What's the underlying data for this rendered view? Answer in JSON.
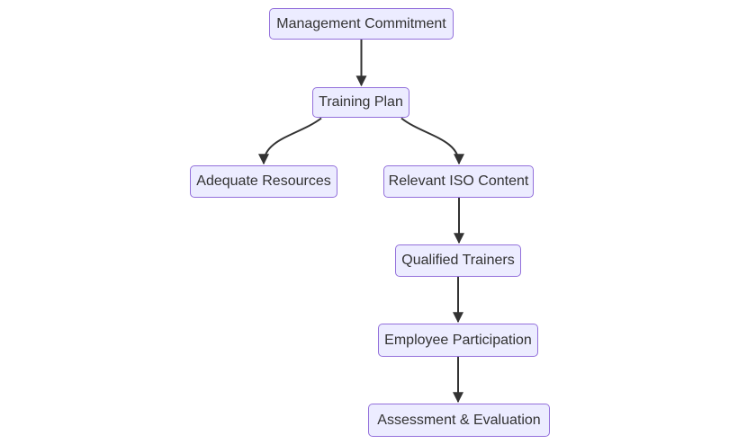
{
  "diagram": {
    "type": "flowchart",
    "direction": "top-down",
    "nodes": [
      {
        "id": "management-commitment",
        "label": "Management Commitment"
      },
      {
        "id": "training-plan",
        "label": "Training Plan"
      },
      {
        "id": "adequate-resources",
        "label": "Adequate Resources"
      },
      {
        "id": "relevant-iso-content",
        "label": "Relevant ISO Content"
      },
      {
        "id": "qualified-trainers",
        "label": "Qualified Trainers"
      },
      {
        "id": "employee-participation",
        "label": "Employee Participation"
      },
      {
        "id": "assessment-evaluation",
        "label": "Assessment & Evaluation"
      }
    ],
    "edges": [
      {
        "from": "Management Commitment",
        "to": "Training Plan"
      },
      {
        "from": "Training Plan",
        "to": "Adequate Resources"
      },
      {
        "from": "Training Plan",
        "to": "Relevant ISO Content"
      },
      {
        "from": "Relevant ISO Content",
        "to": "Qualified Trainers"
      },
      {
        "from": "Qualified Trainers",
        "to": "Employee Participation"
      },
      {
        "from": "Employee Participation",
        "to": "Assessment & Evaluation"
      }
    ],
    "colors": {
      "node_fill": "#ECECFF",
      "node_border": "#9370DB",
      "edge": "#333333",
      "text": "#333333",
      "background": "#FFFFFF"
    }
  }
}
